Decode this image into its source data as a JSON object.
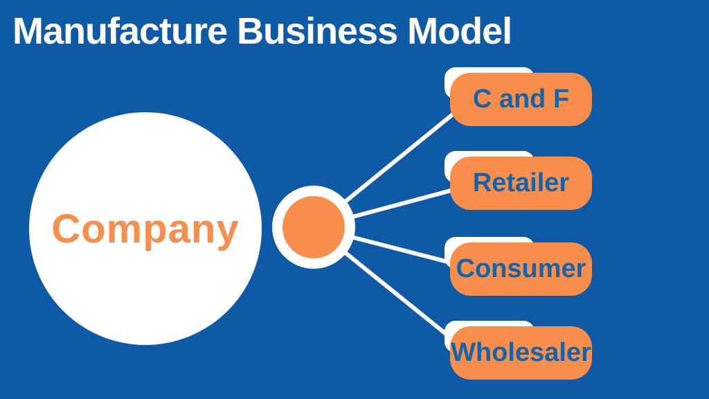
{
  "title": "Manufacture Business Model",
  "colors": {
    "background": "#0E5AA6",
    "orange": "#F88E4B",
    "node_text": "#1563A8",
    "white": "#FFFFFF"
  },
  "center_node": {
    "label": "Company"
  },
  "hub": {
    "shape": "small orange circle with white ring"
  },
  "nodes": [
    {
      "label": "C and F"
    },
    {
      "label": "Retailer"
    },
    {
      "label": "Consumer"
    },
    {
      "label": "Wholesaler"
    }
  ]
}
